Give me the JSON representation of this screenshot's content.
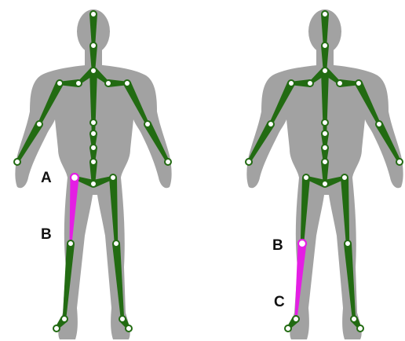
{
  "colors": {
    "silhouette": "#a2a2a2",
    "bone": "#226b12",
    "joint_fill": "#ffffff",
    "joint_stroke": "#226b12",
    "highlight": "#e41ee4",
    "label": "#111111"
  },
  "figures": [
    {
      "id": "left",
      "labels": [
        {
          "key": "a",
          "text": "A"
        },
        {
          "key": "b",
          "text": "B"
        }
      ],
      "highlighted_segment": "A-B"
    },
    {
      "id": "right",
      "labels": [
        {
          "key": "b",
          "text": "B"
        },
        {
          "key": "c",
          "text": "C"
        }
      ],
      "highlighted_segment": "B-C"
    }
  ]
}
